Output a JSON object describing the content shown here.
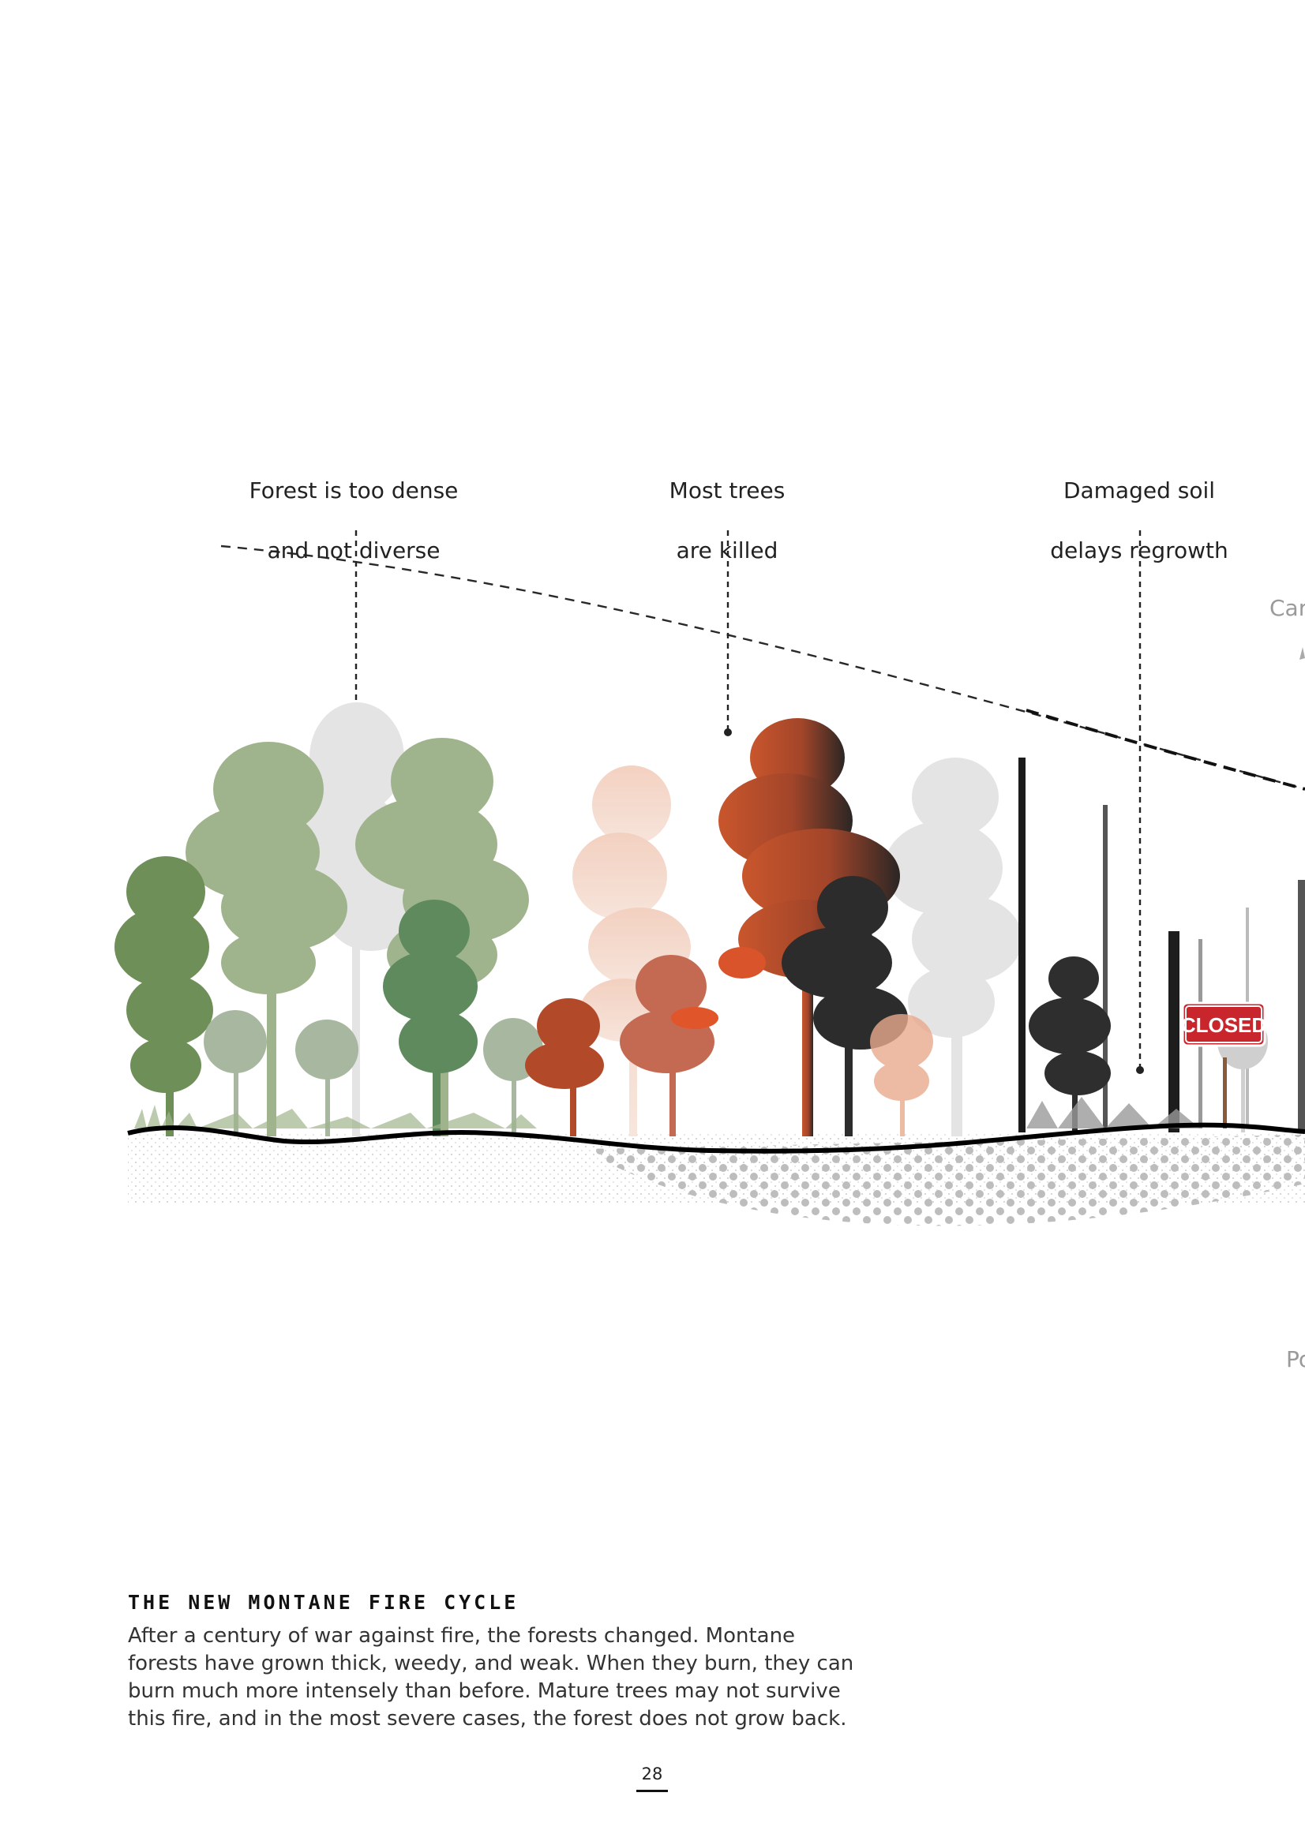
{
  "annotations": [
    {
      "line1": "Forest is too dense",
      "line2": "and not diverse"
    },
    {
      "line1": "Most trees",
      "line2": "are killed"
    },
    {
      "line1": "Damaged soil",
      "line2": "delays regrowth"
    }
  ],
  "edge_fragments": {
    "top": "Car",
    "bottom": "Po"
  },
  "sign": {
    "text": "CLOSED",
    "color": "#c8262c"
  },
  "caption": {
    "title": "THE NEW MONTANE FIRE CYCLE",
    "lines": [
      "After a century of war against fire, the forests changed. Montane",
      "forests have grown thick, weedy, and weak. When they burn, they can",
      "burn much more intensely than before. Mature trees may not survive",
      "this fire, and in the most severe cases, the forest does not grow back."
    ]
  },
  "page_number": "28",
  "colors": {
    "healthy_green": "#6f8f58",
    "pale_green": "#9fb48c",
    "burning_orange": "#c0562e",
    "bright_orange": "#e0552a",
    "charred": "#2c2c2c",
    "ghost": "#dcdcdc",
    "soil_dots": "#b8b8b8"
  }
}
